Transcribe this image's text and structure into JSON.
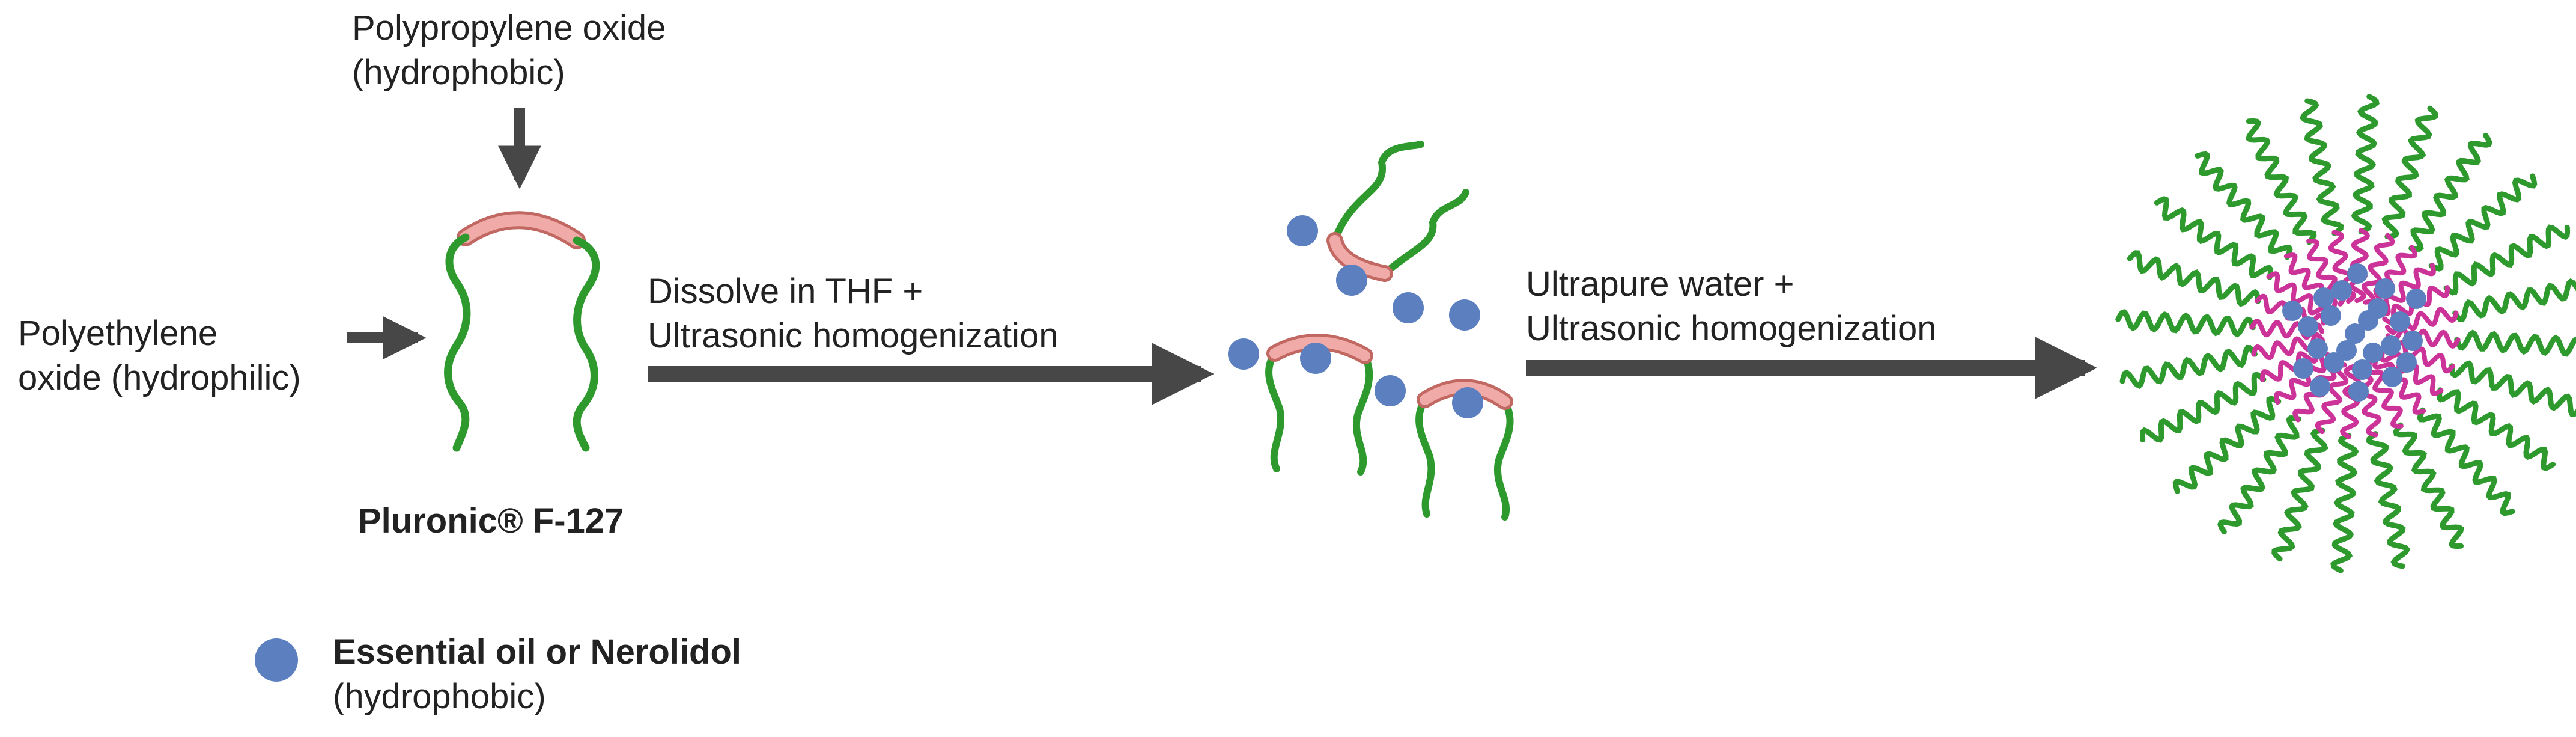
{
  "labels": {
    "ppo_line1": "Polypropylene oxide",
    "ppo_line2": "(hydrophobic)",
    "peo_line1": "Polyethylene",
    "peo_line2": "oxide (hydrophilic)",
    "polymer_name": "Pluronic® F-127",
    "step1_line1": "Dissolve in THF +",
    "step1_line2": "Ultrasonic homogenization",
    "step2_line1": "Ultrapure water +",
    "step2_line2": "Ultrasonic homogenization",
    "legend_line1": "Essential oil or Nerolidol",
    "legend_line2": "(hydrophobic)"
  },
  "colors": {
    "peo_chain": "#2e9a2e",
    "ppo_block": "#f0aaa8",
    "ppo_outline": "#c26862",
    "micelle_core_chain": "#cc3399",
    "oil_droplet": "#5b7fbf",
    "arrow": "#474747",
    "text": "#222222"
  },
  "icons": [
    "arrow-down-icon",
    "arrow-right-icon",
    "oil-droplet-icon"
  ]
}
